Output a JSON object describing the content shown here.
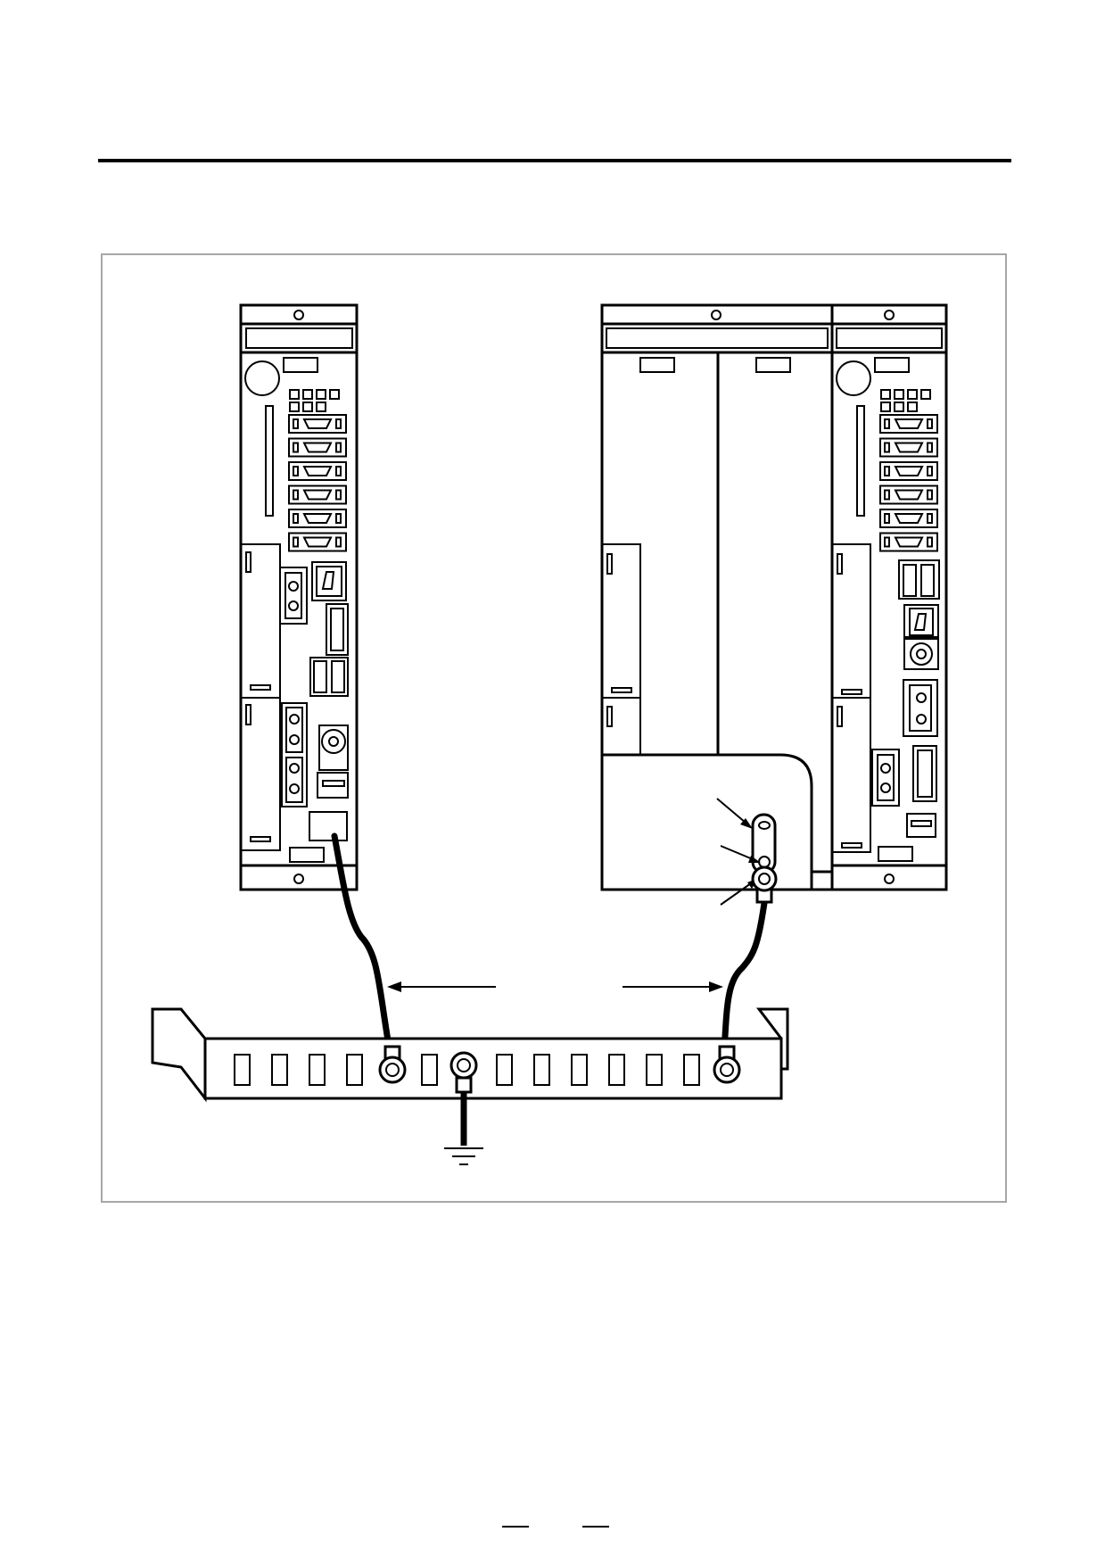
{
  "figure": {
    "units": [
      "left-unit",
      "right-unit-assembly"
    ],
    "ground_bar_tab_count": 11,
    "ground_bar_terminal_count": 3
  },
  "icons": {
    "ground": "ground-icon",
    "terminal": "ring-terminal-icon",
    "arrow": "arrow-icon"
  },
  "colors": {
    "line": "#000000",
    "frame": "#a6a6a6",
    "background": "#ffffff"
  }
}
